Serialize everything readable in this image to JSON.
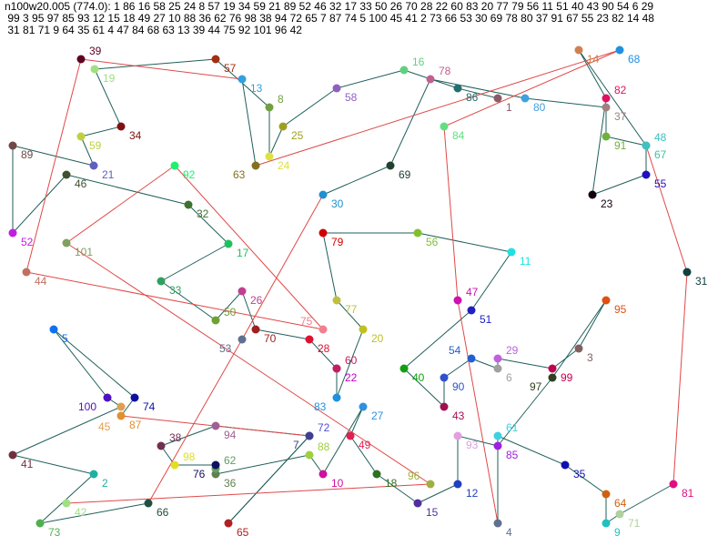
{
  "header": {
    "line1": "n100w20.005 (774.0): 1 86 16 58 25 24 8 57 19 34 59 21 89 52 46 32 17 33 50 26 70 28 22 60 83 20 77 79 56 11 51 40 43 90 54 6 29",
    "line2": " 99 3 95 97 85 93 12 15 18 49 27 10 88 36 62 76 98 38 94 72 65 7 87 74 5 100 45 41 2 73 66 53 30 69 78 80 37 91 67 55 23 82 14 48",
    "line3": " 31 81 71 9 64 35 61 4 47 84 68 63 13 39 44 75 92 101 96 42"
  },
  "tour": [
    "1",
    "86",
    "16",
    "58",
    "25",
    "24",
    "8",
    "57",
    "19",
    "34",
    "59",
    "21",
    "89",
    "52",
    "46",
    "32",
    "17",
    "33",
    "50",
    "26",
    "70",
    "28",
    "22",
    "60",
    "83",
    "20",
    "77",
    "79",
    "56",
    "11",
    "51",
    "40",
    "43",
    "90",
    "54",
    "6",
    "29",
    "99",
    "3",
    "95",
    "97",
    "85",
    "93",
    "12",
    "15",
    "18",
    "49",
    "27",
    "10",
    "88",
    "36",
    "62",
    "76",
    "98",
    "38",
    "94",
    "72",
    "65",
    "7",
    "87",
    "74",
    "5",
    "100",
    "45",
    "41",
    "2",
    "73",
    "66",
    "53",
    "30",
    "69",
    "78",
    "80",
    "37",
    "91",
    "67",
    "55",
    "23",
    "82",
    "14",
    "48",
    "31",
    "81",
    "71",
    "9",
    "64",
    "35",
    "61",
    "4",
    "47",
    "84",
    "68",
    "63",
    "13",
    "39",
    "44",
    "75",
    "92",
    "101",
    "96",
    "42"
  ],
  "colors": {
    "edge_main": "#e04848",
    "edge_alt": "#1f5f5a"
  }
}
